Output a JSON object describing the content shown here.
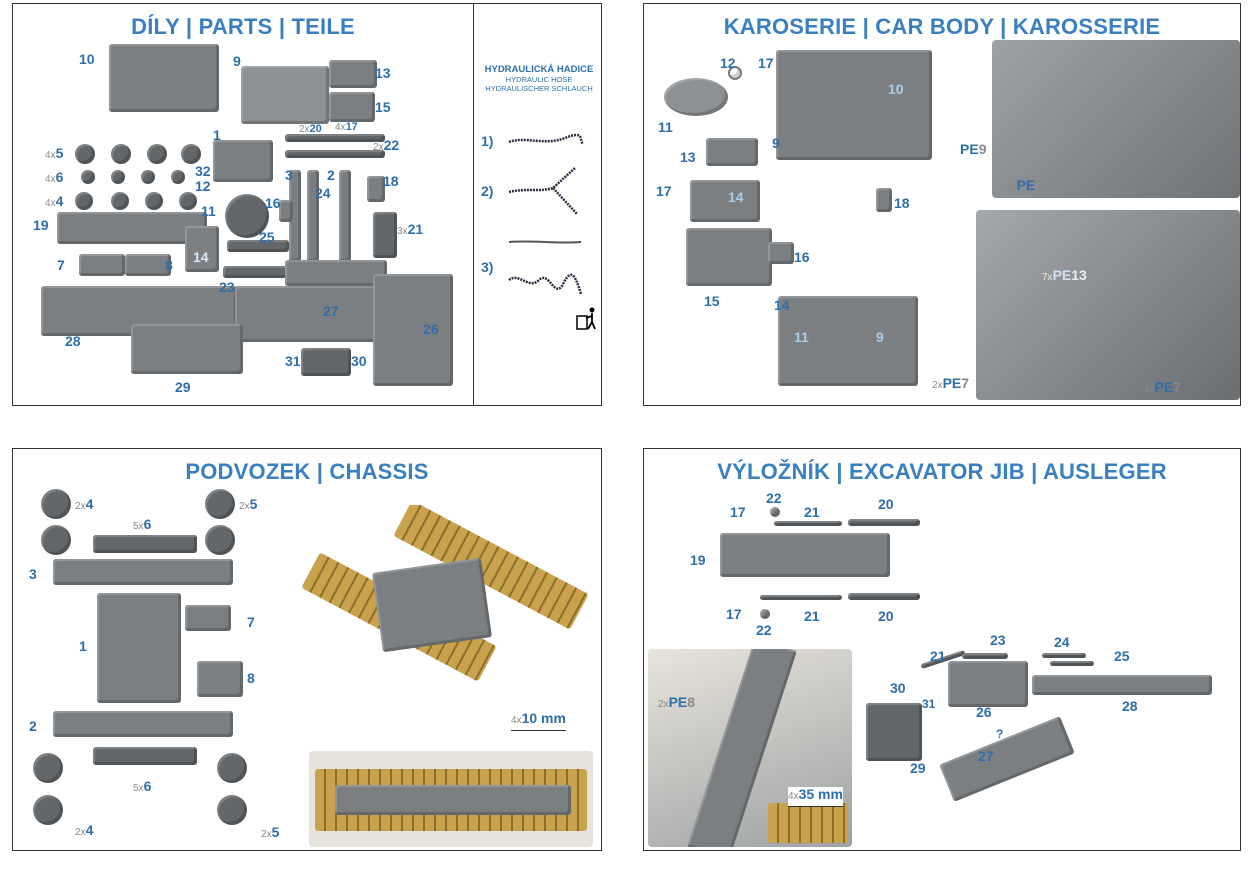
{
  "panels": {
    "parts": {
      "title": "DÍLY | PARTS | TEILE",
      "labels": [
        "10",
        "9",
        "13",
        "15",
        "1",
        "2x",
        "20",
        "4x",
        "17",
        "2x",
        "22",
        "4x",
        "5",
        "4x",
        "6",
        "4x",
        "4",
        "32",
        "12",
        "3",
        "2",
        "24",
        "18",
        "11",
        "16",
        "19",
        "25",
        "3x",
        "21",
        "7",
        "14",
        "8",
        "23",
        "27",
        "28",
        "26",
        "31",
        "30",
        "29"
      ],
      "hose": {
        "title": "HYDRAULICKÁ HADICE",
        "subtitle_en": "HYDRAULIC HOSE",
        "subtitle_de": "HYDRAULISCHER SCHLAUCH",
        "items": [
          "1)",
          "2)",
          "3)"
        ],
        "trash_icon": "trash-icon"
      }
    },
    "body": {
      "title": "KAROSERIE | CAR BODY | KAROSSERIE",
      "labels": [
        "12",
        "17",
        "11",
        "10",
        "13",
        "9",
        "17",
        "14",
        "18",
        "16",
        "15",
        "14",
        "11",
        "9"
      ],
      "pe": [
        {
          "prefix": "",
          "text": "PE",
          "num": "9"
        },
        {
          "prefix": "4x",
          "text": "PE",
          "num": "7"
        },
        {
          "prefix": "7x",
          "text": "PE",
          "num": "13"
        },
        {
          "prefix": "2x",
          "text": "PE",
          "num": "7"
        },
        {
          "prefix": "4x",
          "text": "PE",
          "num": "7"
        }
      ]
    },
    "chassis": {
      "title": "PODVOZEK | CHASSIS",
      "labels": [
        "2x",
        "4",
        "2x",
        "5",
        "5x",
        "6",
        "3",
        "1",
        "7",
        "8",
        "2",
        "5x",
        "6",
        "2x",
        "4",
        "2x",
        "5"
      ],
      "measure": {
        "prefix": "4x",
        "value": "10 mm"
      }
    },
    "jib": {
      "title": "VÝLOŽNÍK | EXCAVATOR JIB | AUSLEGER",
      "labels": [
        "22",
        "17",
        "21",
        "20",
        "19",
        "17",
        "21",
        "20",
        "22",
        "21",
        "23",
        "24",
        "25",
        "30",
        "31",
        "28",
        "26",
        "?",
        "29",
        "27"
      ],
      "pe": {
        "prefix": "2x",
        "text": "PE",
        "num": "8"
      },
      "measure": {
        "prefix": "4x",
        "value": "35 mm"
      }
    }
  }
}
